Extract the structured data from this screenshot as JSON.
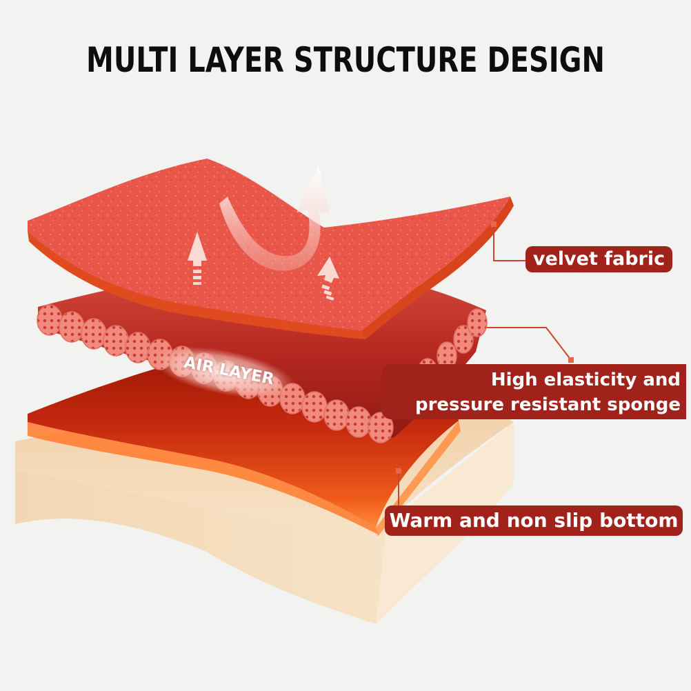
{
  "header": {
    "title": "MULTI LAYER STRUCTURE DESIGN"
  },
  "layers": {
    "air_layer_label": "AIR LAYER",
    "velvet_label": "velvet fabric",
    "sponge_label_line1": "High elasticity and",
    "sponge_label_line2": "pressure resistant sponge",
    "bottom_label": "Warm and non slip bottom"
  },
  "colors": {
    "background": "#f2f2f1",
    "label_fill": "#a1221b",
    "velvet_layer": "#e8574a",
    "tube_layer": "#c23a30",
    "heat_layer": "#c5230f",
    "base_layer": "#f6dfbf",
    "leader_line": "#c8462f"
  },
  "icons": {
    "heat_arrows": "up-arrow-icon",
    "curved_flow": "curved-arrow-icon"
  }
}
